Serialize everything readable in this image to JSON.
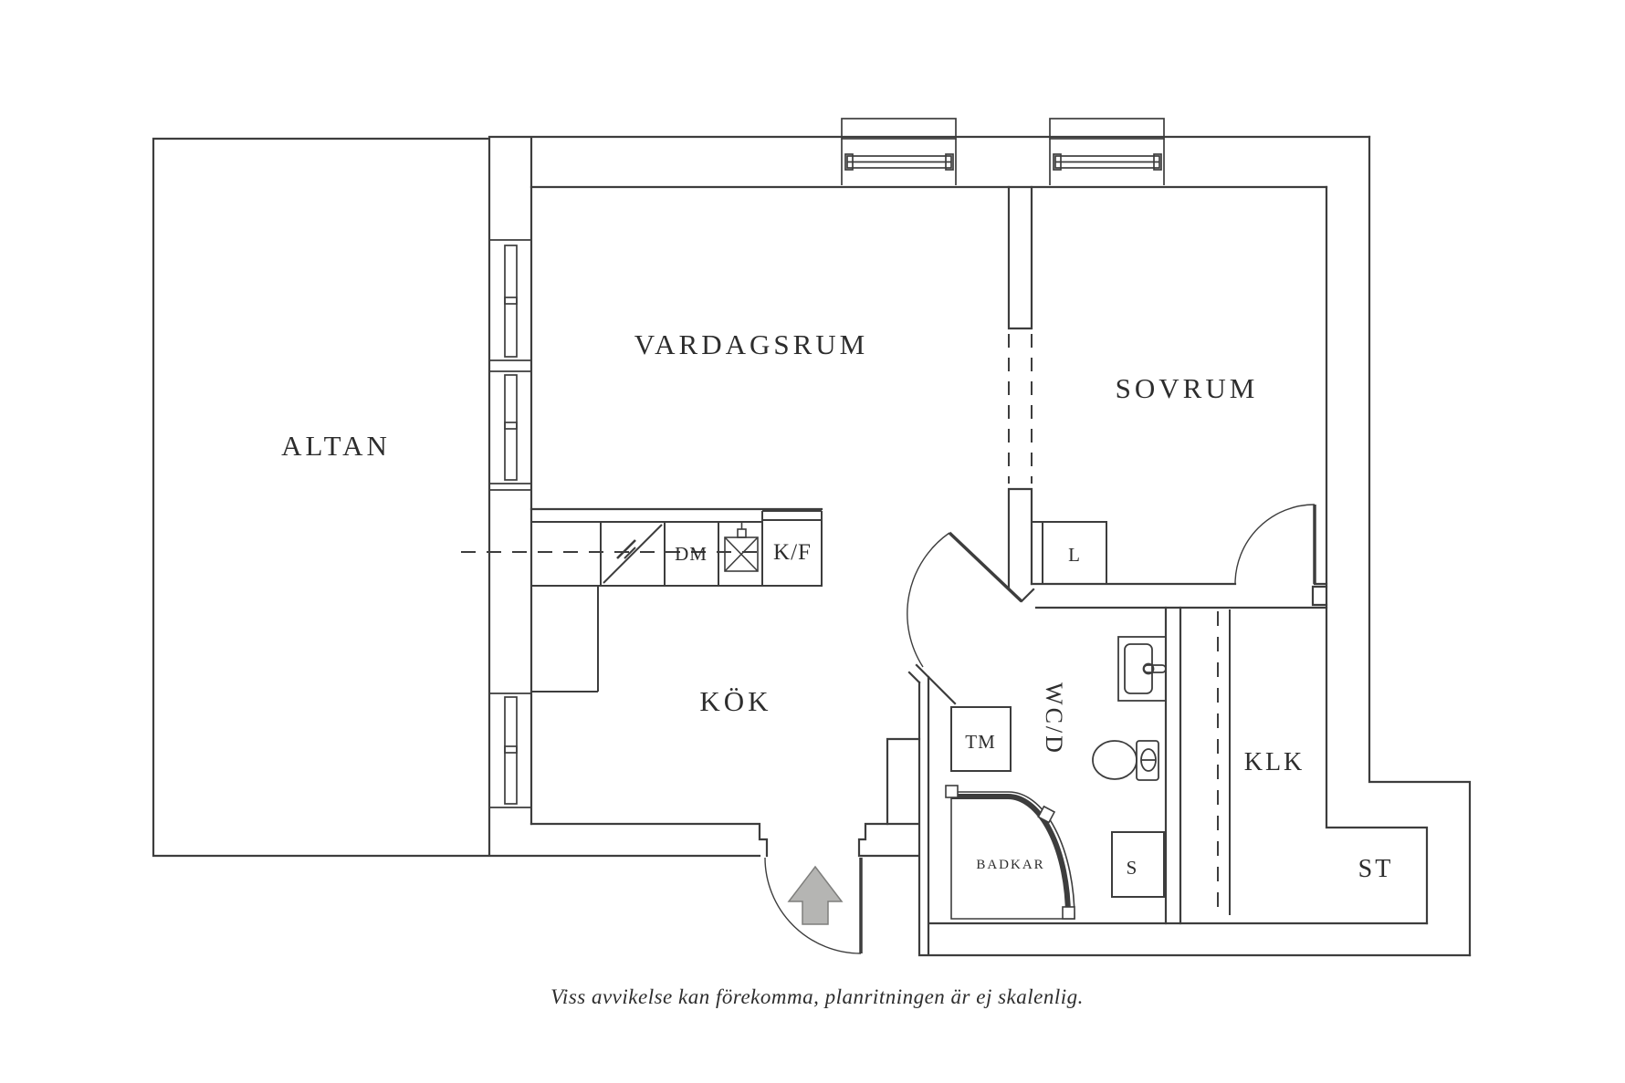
{
  "rooms": {
    "altan": "ALTAN",
    "vardagsrum": "VARDAGSRUM",
    "sovrum": "SOVRUM",
    "kok": "KÖK",
    "wcd": "WC/D",
    "klk": "KLK",
    "st": "ST"
  },
  "fixtures": {
    "tm": "TM",
    "dm": "DM",
    "kf": "K/F",
    "l": "L",
    "s": "S",
    "badkar": "BADKAR"
  },
  "caption": "Viss avvikelse kan förekomma, planritningen är ej skalenlig.",
  "colors": {
    "line": "#3d3d3d",
    "text": "#2d2d2d",
    "arrow_fill": "#b5b5b3",
    "arrow_stroke": "#7e7e7c"
  }
}
